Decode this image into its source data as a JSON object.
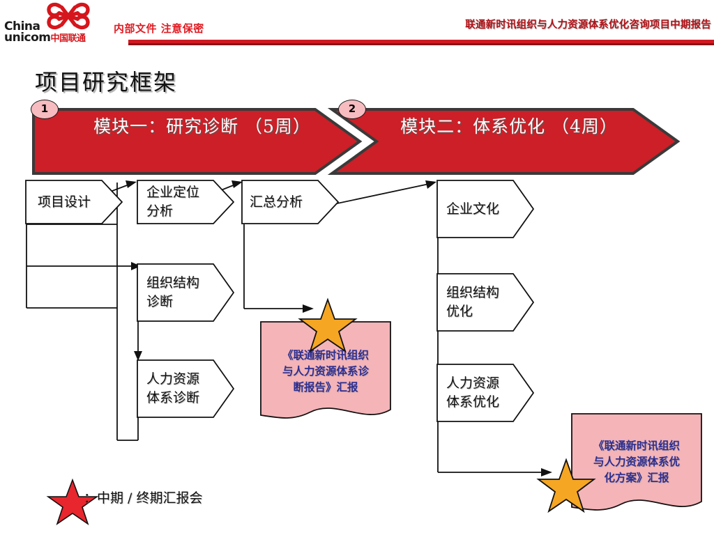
{
  "header": {
    "logo": {
      "line1": "China",
      "line2": "unicom",
      "cn": "中国联通",
      "icon": "unicom-knot-icon"
    },
    "confidential_note": "内部文件  注意保密",
    "document_title": "联通新时讯组织与人力资源体系优化咨询项目中期报告"
  },
  "slide": {
    "title": "项目研究框架"
  },
  "banners": [
    {
      "badge": "1",
      "label": "模块一：研究诊断\n（5周）"
    },
    {
      "badge": "2",
      "label": "模块二：体系优化\n（4周）"
    }
  ],
  "module1_steps": [
    {
      "label": "项目设计"
    },
    {
      "label": "企业定位\n分析"
    },
    {
      "label": "组织结构\n诊断"
    },
    {
      "label": "人力资源\n体系诊断"
    },
    {
      "label": "汇总分析"
    }
  ],
  "module2_steps": [
    {
      "label": "企业文化"
    },
    {
      "label": "组织结构\n优化"
    },
    {
      "label": "人力资源\n体系优化"
    }
  ],
  "deliverables": [
    {
      "label": "《联通新时讯组织\n与人力资源体系诊\n断报告》汇报"
    },
    {
      "label": "《联通新时讯组织\n与人力资源体系优\n化方案》汇报"
    }
  ],
  "legend": {
    "marker": "red-star-icon",
    "text": "：中期 / 终期汇报会"
  },
  "colors": {
    "brand_red": "#cf1a22",
    "banner_red": "#cc1f27",
    "badge_pink": "#f6bcc0",
    "doc_pink": "#f4b4b8",
    "doc_text_blue": "#2e2e8f",
    "star_orange": "#f5a623",
    "star_red": "#e8262d",
    "outline": "#1a1a1a"
  }
}
